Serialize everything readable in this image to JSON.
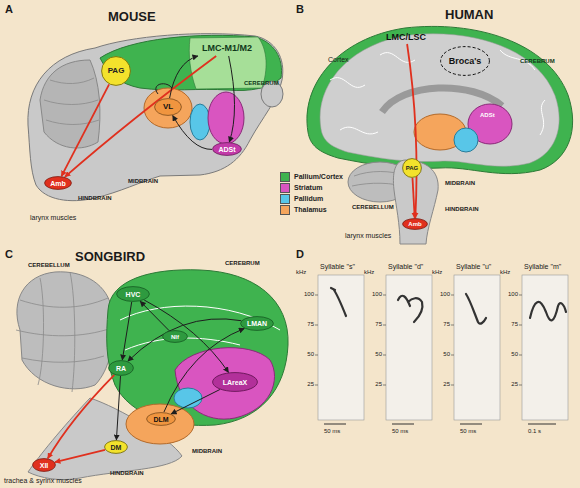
{
  "diagram": {
    "nodes": [
      {
        "text": [
          "PAG"
        ]
      },
      {
        "text": [
          "VL"
        ]
      },
      {
        "text": [
          "Amb"
        ]
      },
      {
        "text": [
          "LMC-M1/M2"
        ]
      },
      {
        "text": [
          "ADSt"
        ]
      },
      {
        "text": [
          "Broca's"
        ]
      },
      {
        "text": [
          "LMC/LSC"
        ]
      },
      {
        "text": [
          "PAG"
        ]
      },
      {
        "text": [
          "Amb"
        ]
      },
      {
        "text": [
          "HVC"
        ]
      },
      {
        "text": [
          "NIf"
        ]
      },
      {
        "text": [
          "LMAN"
        ]
      },
      {
        "text": [
          "LAreaX"
        ]
      },
      {
        "text": [
          "DLM"
        ]
      },
      {
        "text": [
          "RA"
        ]
      },
      {
        "text": [
          "DM"
        ]
      },
      {
        "text": [
          "XII"
        ]
      }
    ],
    "edges": [
      {
        "from": 3,
        "to": 2,
        "arrow": "to"
      },
      {
        "from": 0,
        "to": 2,
        "arrow": "to"
      },
      {
        "from": 3,
        "to": 4,
        "arrow": "to"
      },
      {
        "from": 4,
        "to": 1,
        "arrow": "to"
      },
      {
        "from": 1,
        "to": 3,
        "arrow": "to"
      },
      {
        "from": 6,
        "to": 8,
        "arrow": "to"
      },
      {
        "from": 7,
        "to": 8,
        "arrow": "to"
      },
      {
        "from": 9,
        "to": 14,
        "arrow": "to"
      },
      {
        "from": 14,
        "to": 15,
        "arrow": "to"
      },
      {
        "from": 14,
        "to": 16,
        "arrow": "to"
      },
      {
        "from": 15,
        "to": 16,
        "arrow": "to"
      },
      {
        "from": 9,
        "to": 12,
        "arrow": "to"
      },
      {
        "from": 12,
        "to": 13,
        "arrow": "to"
      },
      {
        "from": 13,
        "to": 11,
        "arrow": "to"
      },
      {
        "from": 11,
        "to": 14,
        "arrow": "to"
      },
      {
        "from": 10,
        "to": 9,
        "arrow": "to"
      }
    ],
    "labels": [
      "A",
      "MOUSE",
      "CEREBRUM",
      "MIDBRAIN",
      "HINDBRAIN",
      "larynx muscles",
      "B",
      "HUMAN",
      "Cortex",
      "CEREBRUM",
      "CEREBELLUM",
      "MIDBRAIN",
      "HINDBRAIN",
      "larynx muscles",
      "ADSt",
      "C",
      "SONGBIRD",
      "CEREBELLUM",
      "CEREBRUM",
      "MIDBRAIN",
      "HINDBRAIN",
      "trachea & syrinx muscles",
      "D",
      "Syllable \"s\"",
      "Syllable \"d\"",
      "Syllable \"u\"",
      "Syllable \"m\"",
      "kHz",
      "100",
      "75",
      "50",
      "25",
      "kHz",
      "100",
      "75",
      "50",
      "25",
      "kHz",
      "100",
      "75",
      "50",
      "25",
      "kHz",
      "100",
      "75",
      "50",
      "25",
      "50 ms",
      "50 ms",
      "50 ms",
      "0.1 s"
    ],
    "legend": [
      {
        "text": "Pallium/Cortex",
        "color": "#3fb34f"
      },
      {
        "text": "Striatum",
        "color": "#d955c0"
      },
      {
        "text": "Pallidum",
        "color": "#58c6e8"
      },
      {
        "text": "Thalamus",
        "color": "#f5a55c"
      }
    ]
  }
}
